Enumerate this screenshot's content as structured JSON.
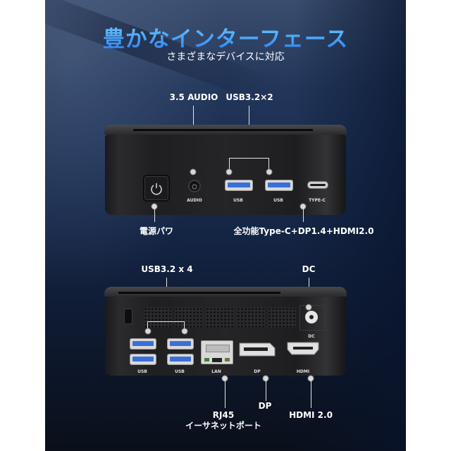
{
  "header": {
    "title": "豊かなインターフェース",
    "subtitle": "さまざまなデバイスに対応"
  },
  "colors": {
    "title_gradient_top": "#6fd0ff",
    "title_gradient_bottom": "#2a7df0",
    "usb_blue": "#3a6fd8",
    "background_dark": "#0a0f1a"
  },
  "front_panel": {
    "callouts": {
      "audio": "3.5 AUDIO",
      "usb": "USB3.2×2",
      "power": "電源パワ",
      "typec": "全功能Type-C+DP1.4+HDMI2.0"
    },
    "port_labels": {
      "audio": "AUDIO",
      "usb1": "USB",
      "usb2": "USB",
      "typec": "TYPE-C"
    },
    "icons": [
      "power-icon",
      "audio-jack-icon",
      "usb-a-port-icon",
      "usb-a-port-icon",
      "usb-c-port-icon"
    ]
  },
  "rear_panel": {
    "callouts": {
      "usb": "USB3.2 x 4",
      "dc": "DC",
      "rj45_line1": "RJ45",
      "rj45_line2": "イーサネットポート",
      "dp": "DP",
      "hdmi": "HDMI 2.0"
    },
    "port_labels": {
      "usb1": "USB",
      "usb2": "USB",
      "lan": "LAN",
      "dp": "DP",
      "hdmi": "HDMI",
      "dc": "DC"
    }
  }
}
